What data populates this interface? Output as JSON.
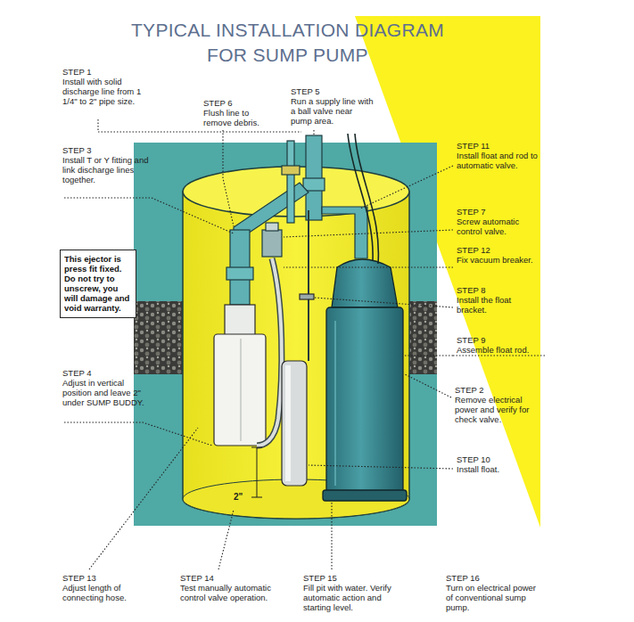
{
  "diagram": {
    "title": "TYPICAL INSTALLATION DIAGRAM FOR SUMP PUMP",
    "nodes": [
      {
        "text": [
          "This ejector is press fit fixed. Do not try to unscrew, you will damage and void warranty."
        ]
      }
    ],
    "labels": [
      "STEP 1",
      "Install with solid discharge line from 1 1/4\" to 2\" pipe size.",
      "STEP 6",
      "Flush line to remove debris.",
      "STEP 5",
      "Run a supply line with a ball valve near pump area.",
      "STEP 3",
      "Install T or Y fitting and link discharge lines together.",
      "STEP 11",
      "Install float and rod to automatic valve.",
      "STEP 7",
      "Screw automatic control valve.",
      "STEP 12",
      "Fix vacuum breaker.",
      "STEP 8",
      "Install the float bracket.",
      "STEP 9",
      "Assemble float rod.",
      "STEP 2",
      "Remove electrical power and verify for check valve.",
      "STEP 4",
      "Adjust in vertical position and leave 2\" under SUMP BUDDY.",
      "STEP 10",
      "Install float.",
      "2\"",
      "STEP 13",
      "Adjust length of connecting hose.",
      "STEP 14",
      "Test manually automatic control valve operation.",
      "STEP 15",
      "Fill pit with water. Verify automatic action and starting level.",
      "STEP 16",
      "Turn on electrical power of conventional sump pump."
    ]
  }
}
